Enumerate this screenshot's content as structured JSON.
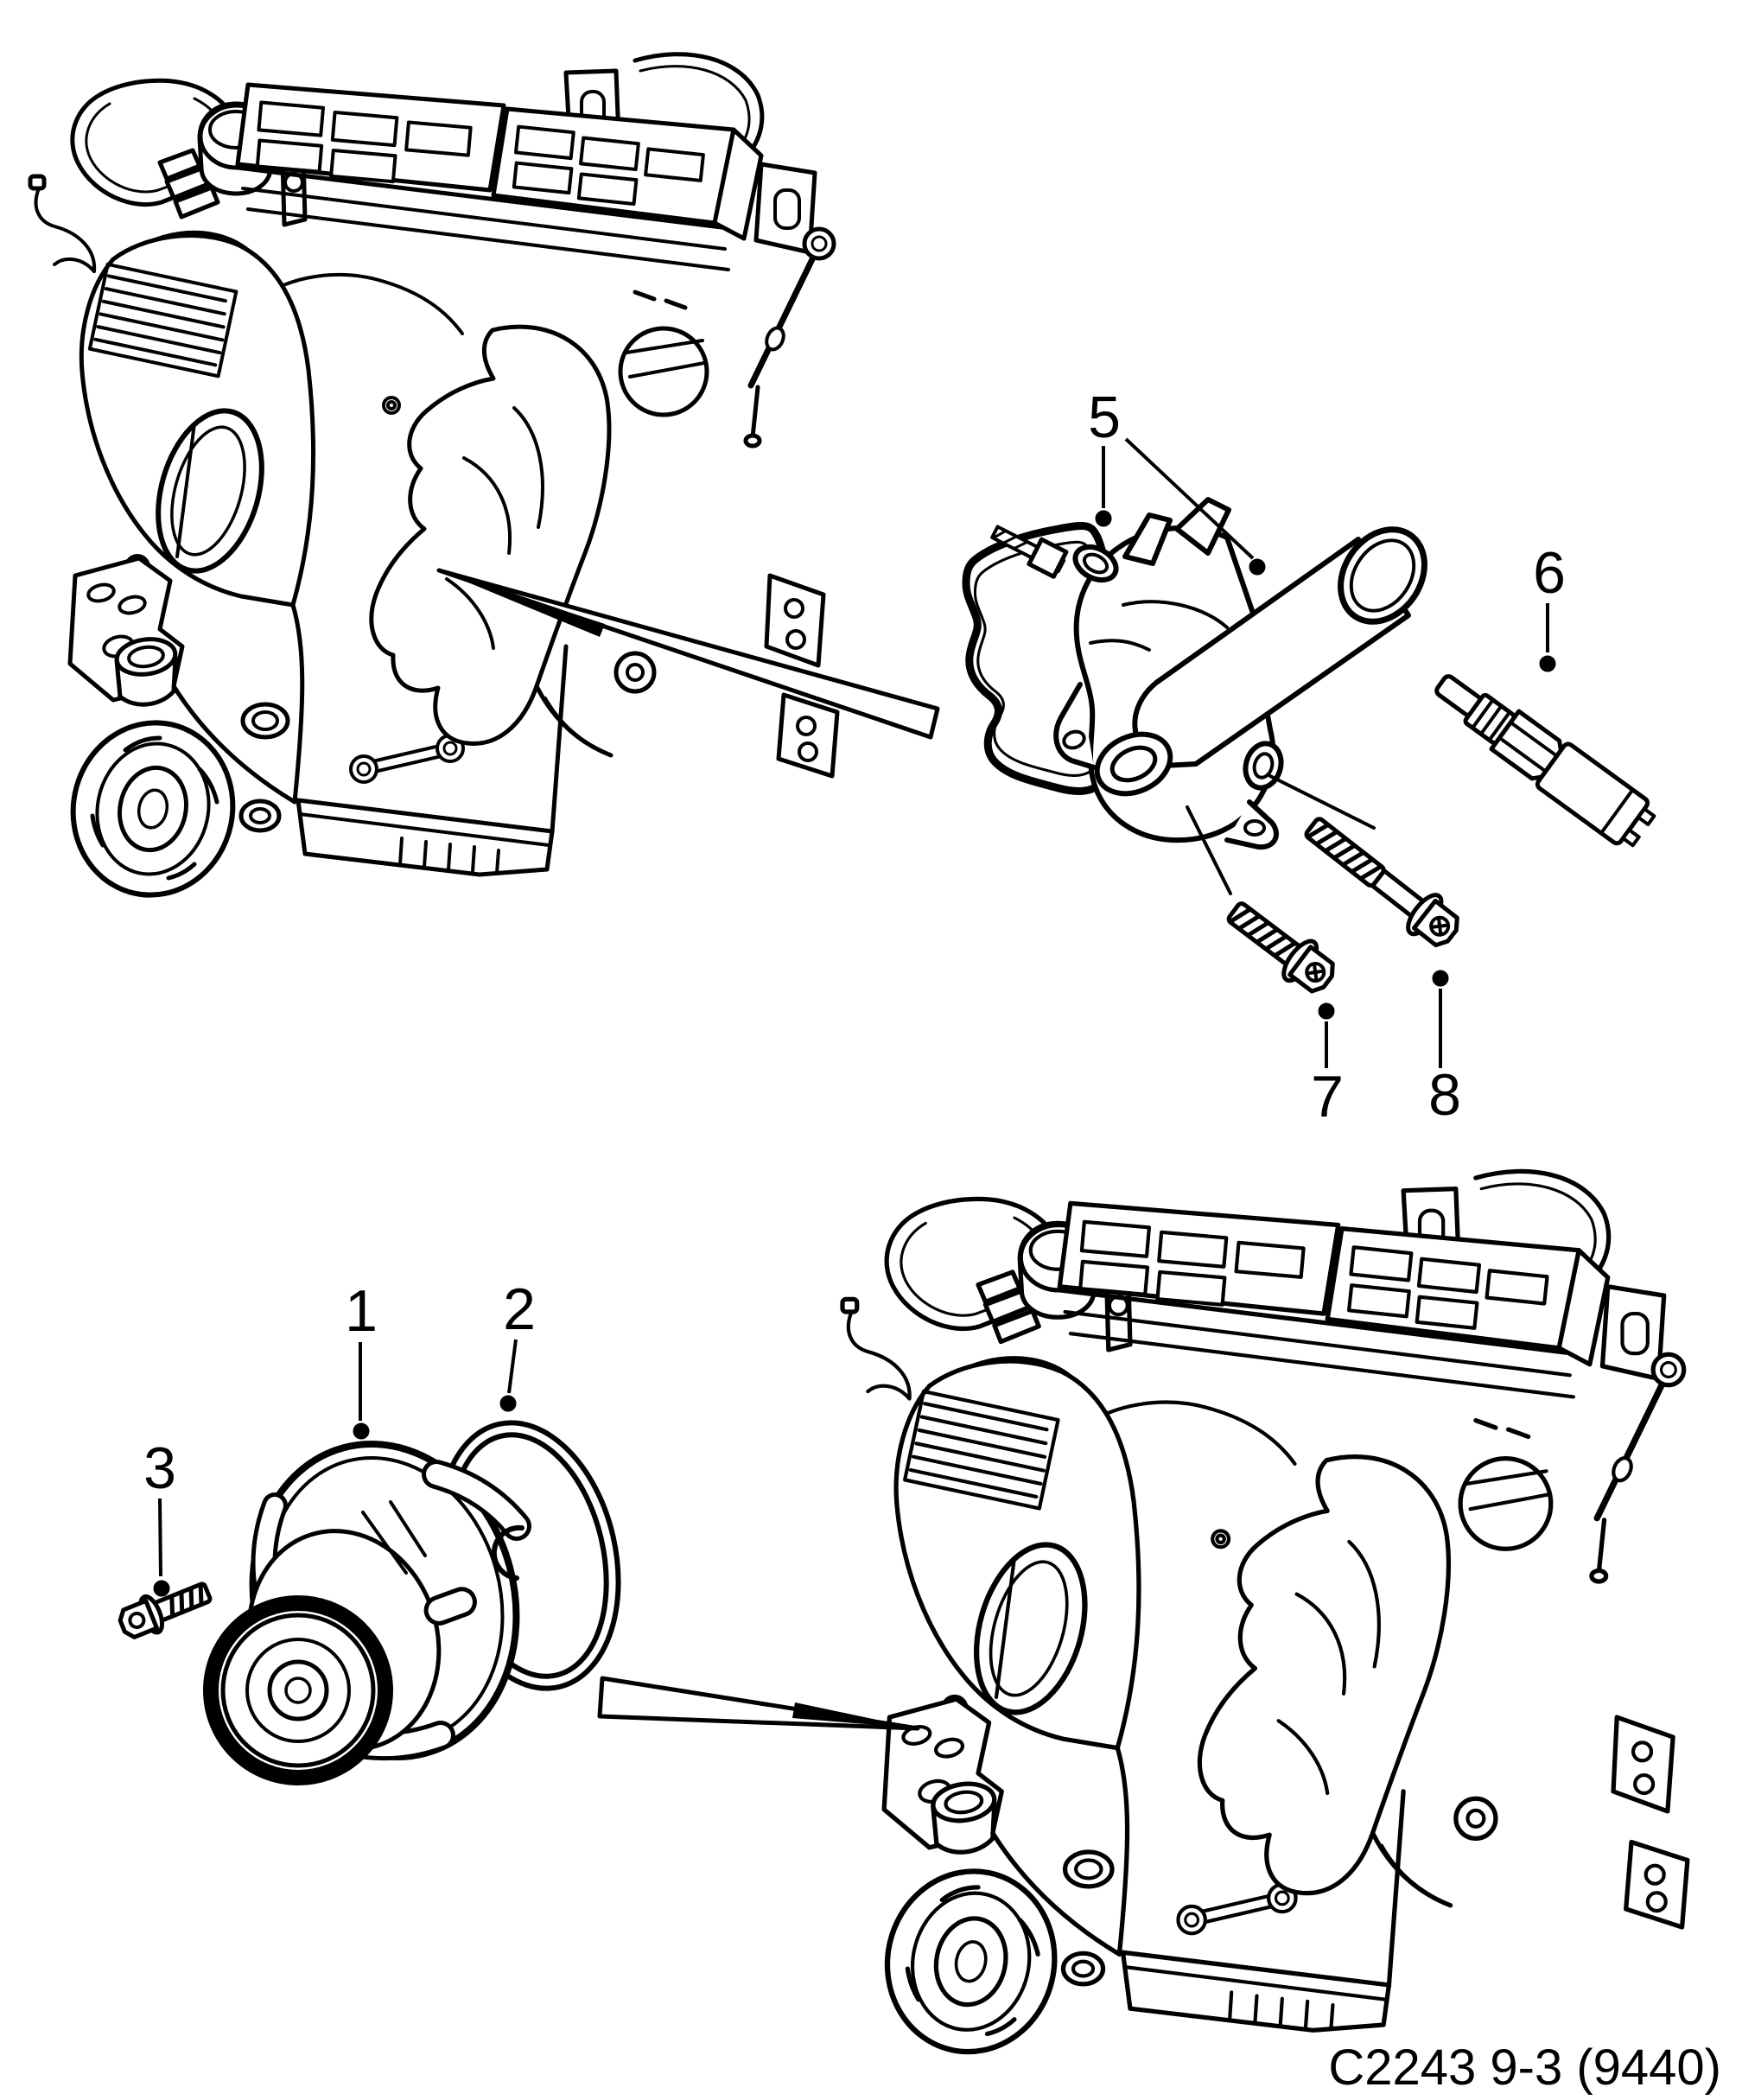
{
  "figure": {
    "type": "exploded-parts-diagram",
    "caption": "C2243 9-3 (9440)",
    "ink_color": "#000000",
    "background_color": "#ffffff",
    "callouts": [
      {
        "label": "1",
        "part": "water-pump"
      },
      {
        "label": "2",
        "part": "seal-ring"
      },
      {
        "label": "3",
        "part": "water-pump-bolt"
      },
      {
        "label": "5",
        "part": "thermostat-housing-and-gasket"
      },
      {
        "label": "6",
        "part": "coolant-temperature-sensor"
      },
      {
        "label": "7",
        "part": "housing-bolt-short"
      },
      {
        "label": "8",
        "part": "housing-bolt-long"
      }
    ]
  }
}
